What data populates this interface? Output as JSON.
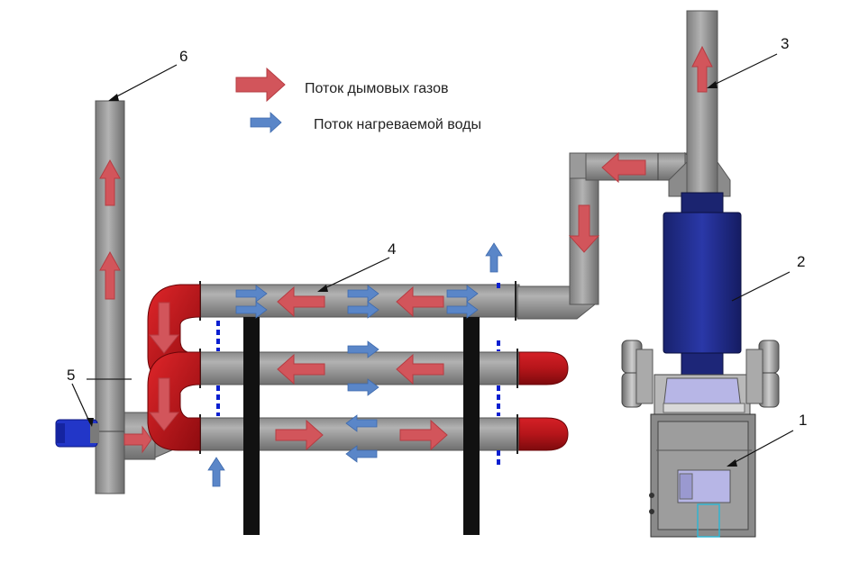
{
  "legend": {
    "flue_gas": "Поток дымовых газов",
    "water": "Поток нагреваемой воды"
  },
  "callouts": [
    "1",
    "2",
    "3",
    "4",
    "5",
    "6"
  ],
  "colors": {
    "pipe": "#9c9c9c",
    "pipe_dark": "#5e5e5e",
    "elbow": "#c0161b",
    "silencer": "#1f2a8c",
    "flue_arrow": "#d2555b",
    "water_arrow": "#5a86c8",
    "inner_water": "#0a1fd0",
    "support": "#111111",
    "boiler": "#8a8a8a",
    "boiler_window": "#b7b6e6"
  }
}
